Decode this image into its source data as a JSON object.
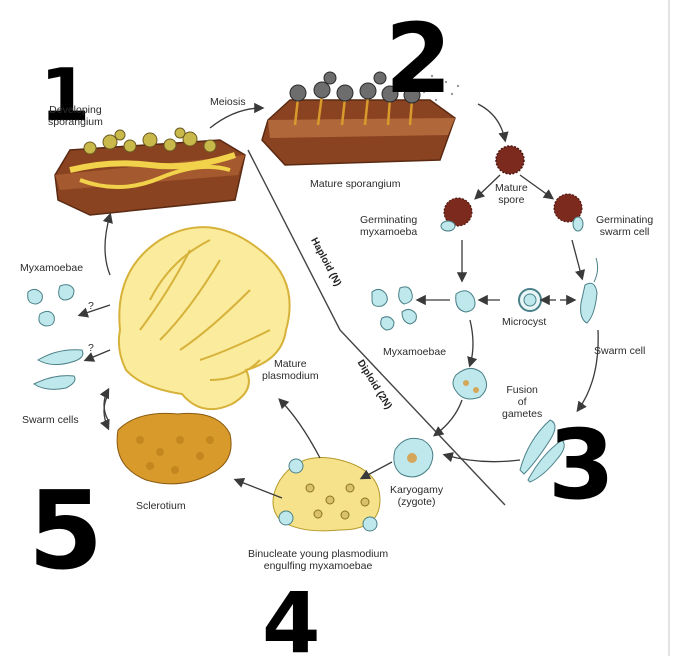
{
  "labels": {
    "developing_sporangium": "Developing\nsporangium",
    "meiosis": "Meiosis",
    "mature_sporangium": "Mature sporangium",
    "mature_spore": "Mature\nspore",
    "germinating_myxamoeba": "Germinating\nmyxamoeba",
    "germinating_swarm_cell": "Germinating\nswarm cell",
    "haploid": "Haploid (N)",
    "diploid": "Diploid (2N)",
    "myxamoebae_left": "Myxamoebae",
    "myxamoebae_center": "Myxamoebae",
    "microcyst": "Microcyst",
    "swarm_cell": "Swarm cell",
    "mature_plasmodium": "Mature\nplasmodium",
    "fusion_of_gametes": "Fusion\nof\ngametes",
    "swarm_cells": "Swarm cells",
    "karyogamy": "Karyogamy\n(zygote)",
    "sclerotium": "Sclerotium",
    "binucleate": "Binucleate young plasmodium\nengulfing myxamoebae",
    "q1": "?",
    "q2": "?"
  },
  "annotations": {
    "n1": "1",
    "n2": "2",
    "n3": "3",
    "n4": "4",
    "n5": "5"
  },
  "colors": {
    "yellow": "#f1d24a",
    "yellow_light": "#fbeb9c",
    "brown": "#7a3b1c",
    "spore": "#7d2a1e",
    "cyan": "#bfe8ec",
    "arrow": "#3a3a3a"
  }
}
